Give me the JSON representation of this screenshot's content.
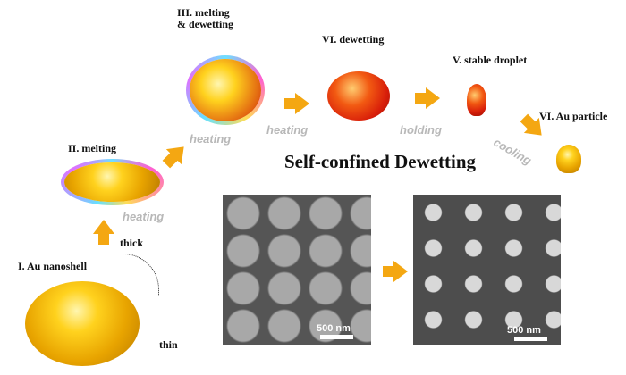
{
  "stages": {
    "s1": "I. Au nanoshell",
    "s2": "II. melting",
    "s3a": "III. melting",
    "s3b": "& dewetting",
    "s4": "VI. dewetting",
    "s5": "V. stable droplet",
    "s6": "VI. Au particle"
  },
  "processes": {
    "p1": "heating",
    "p2": "heating",
    "p3": "heating",
    "p4": "holding",
    "p5": "cooling"
  },
  "annotations": {
    "thick": "thick",
    "thin": "thin"
  },
  "title": "Self-confined Dewetting",
  "sem": {
    "left_scale": "500 nm",
    "right_scale": "500 nm"
  },
  "colors": {
    "arrow": "#f4a712",
    "gold": "#ffd21e",
    "process_text": "#b8b8b8"
  }
}
